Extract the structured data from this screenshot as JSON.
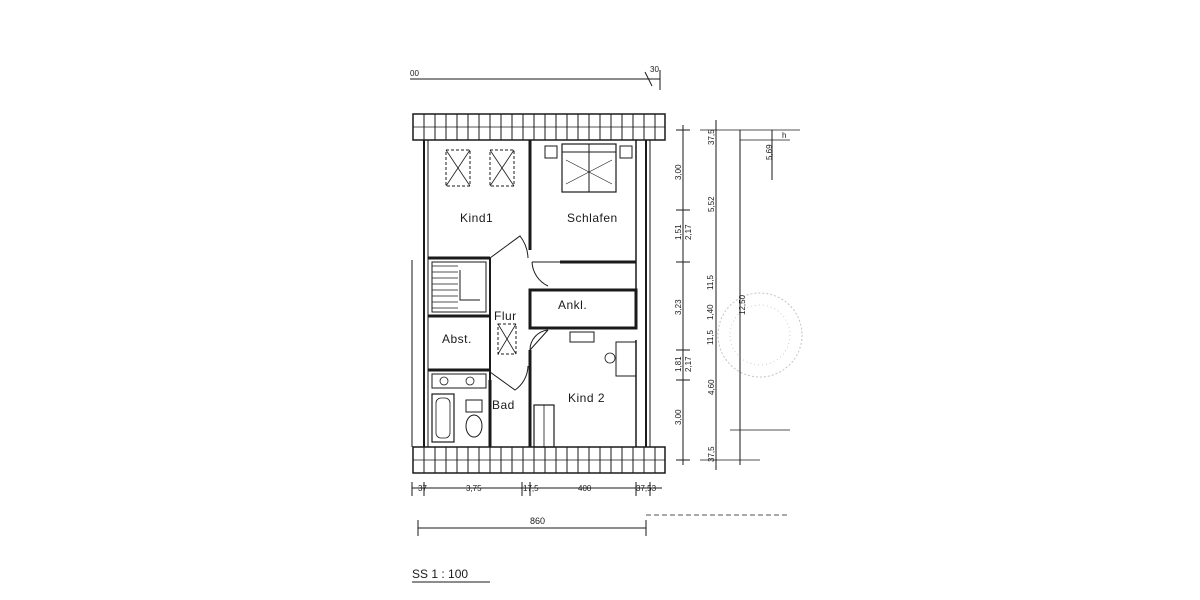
{
  "rooms": {
    "kind1": "Kind1",
    "schlafen": "Schlafen",
    "ankl": "Ankl.",
    "flur": "Flur",
    "abst": "Abst.",
    "bad": "Bad",
    "kind2": "Kind 2"
  },
  "scale_label": "SS   1 : 100",
  "dims_top": {
    "left": "00",
    "right": "30"
  },
  "dims_bottom": {
    "d1": "37",
    "d2": "3,75",
    "d3": "17,5",
    "d4": "400",
    "d5": "37,53",
    "total": "860"
  },
  "dims_right_inner": {
    "d1": "3,00",
    "d2": "1,51",
    "d3": "2,17",
    "d4": "3,23",
    "d5": "1,81",
    "d6": "2,17",
    "d7": "3,00",
    "d8": "11,5",
    "d9": "1,40",
    "d10": "11,5"
  },
  "dims_right_outer": {
    "d1": "37,5",
    "d2": "5,52",
    "d3": "12,50",
    "d4": "4,60",
    "d5": "37,5",
    "d6": "5,69",
    "d7": "h"
  }
}
